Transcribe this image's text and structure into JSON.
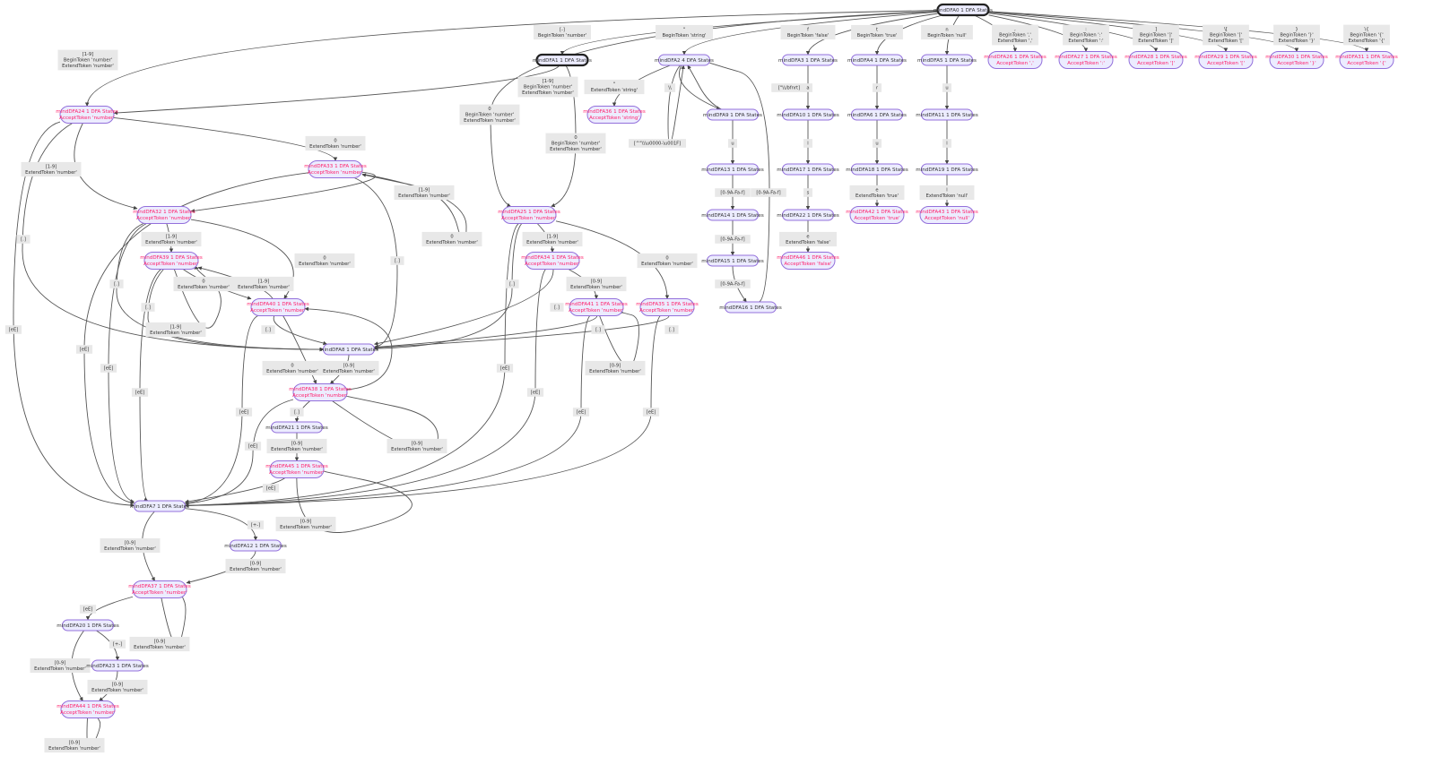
{
  "diagram": {
    "nodes": [
      {
        "id": "d0",
        "lines": [
          "mindDFA0 1 DFA States"
        ],
        "start": true
      },
      {
        "id": "d1",
        "lines": [
          "mindDFA1 1 DFA States"
        ],
        "start": true
      },
      {
        "id": "d2",
        "lines": [
          "mindDFA2 4 DFA States"
        ]
      },
      {
        "id": "d3",
        "lines": [
          "mindDFA3 1 DFA States"
        ]
      },
      {
        "id": "d4",
        "lines": [
          "mindDFA4 1 DFA States"
        ]
      },
      {
        "id": "d5",
        "lines": [
          "mindDFA5 1 DFA States"
        ]
      },
      {
        "id": "d26",
        "lines": [
          "mindDFA26 1 DFA States",
          "AcceptToken ','"
        ],
        "accept": true
      },
      {
        "id": "d27",
        "lines": [
          "mindDFA27 1 DFA States",
          "AcceptToken ':'"
        ],
        "accept": true
      },
      {
        "id": "d28",
        "lines": [
          "mindDFA28 1 DFA States",
          "AcceptToken ']'"
        ],
        "accept": true
      },
      {
        "id": "d29",
        "lines": [
          "mindDFA29 1 DFA States",
          "AcceptToken '['"
        ],
        "accept": true
      },
      {
        "id": "d30",
        "lines": [
          "mindDFA30 1 DFA States",
          "AcceptToken '}'"
        ],
        "accept": true
      },
      {
        "id": "d31",
        "lines": [
          "mindDFA31 1 DFA States",
          "AcceptToken '{'"
        ],
        "accept": true
      },
      {
        "id": "d24",
        "lines": [
          "mindDFA24 1 DFA States",
          "AcceptToken 'number'"
        ],
        "accept": true
      },
      {
        "id": "d33",
        "lines": [
          "mindDFA33 1 DFA States",
          "AcceptToken 'number'"
        ],
        "accept": true
      },
      {
        "id": "d36",
        "lines": [
          "mindDFA36 1 DFA States",
          "AcceptToken 'string'"
        ],
        "accept": true
      },
      {
        "id": "d9",
        "lines": [
          "mindDFA9 1 DFA States"
        ]
      },
      {
        "id": "d10",
        "lines": [
          "mindDFA10 1 DFA States"
        ]
      },
      {
        "id": "d6",
        "lines": [
          "mindDFA6 1 DFA States"
        ]
      },
      {
        "id": "d11",
        "lines": [
          "mindDFA11 1 DFA States"
        ]
      },
      {
        "id": "d13",
        "lines": [
          "mindDFA13 1 DFA States"
        ]
      },
      {
        "id": "d17",
        "lines": [
          "mindDFA17 1 DFA States"
        ]
      },
      {
        "id": "d18",
        "lines": [
          "mindDFA18 1 DFA States"
        ]
      },
      {
        "id": "d19",
        "lines": [
          "mindDFA19 1 DFA States"
        ]
      },
      {
        "id": "d14",
        "lines": [
          "mindDFA14 1 DFA States"
        ]
      },
      {
        "id": "d22",
        "lines": [
          "mindDFA22 1 DFA States"
        ]
      },
      {
        "id": "d42",
        "lines": [
          "mindDFA42 1 DFA States",
          "AcceptToken 'true'"
        ],
        "accept": true
      },
      {
        "id": "d43",
        "lines": [
          "mindDFA43 1 DFA States",
          "AcceptToken 'null'"
        ],
        "accept": true
      },
      {
        "id": "d15",
        "lines": [
          "mindDFA15 1 DFA States"
        ]
      },
      {
        "id": "d46",
        "lines": [
          "mindDFA46 1 DFA States",
          "AcceptToken 'false'"
        ],
        "accept": true
      },
      {
        "id": "d16",
        "lines": [
          "mindDFA16 1 DFA States"
        ]
      },
      {
        "id": "d32",
        "lines": [
          "mindDFA32 1 DFA States",
          "AcceptToken 'number'"
        ],
        "accept": true
      },
      {
        "id": "d25",
        "lines": [
          "mindDFA25 1 DFA States",
          "AcceptToken 'number'"
        ],
        "accept": true
      },
      {
        "id": "d39",
        "lines": [
          "mindDFA39 1 DFA States",
          "AcceptToken 'number'"
        ],
        "accept": true
      },
      {
        "id": "d34",
        "lines": [
          "mindDFA34 1 DFA States",
          "AcceptToken 'number'"
        ],
        "accept": true
      },
      {
        "id": "d40",
        "lines": [
          "mindDFA40 1 DFA States",
          "AcceptToken 'number'"
        ],
        "accept": true
      },
      {
        "id": "d41",
        "lines": [
          "mindDFA41 1 DFA States",
          "AcceptToken 'number'"
        ],
        "accept": true
      },
      {
        "id": "d35",
        "lines": [
          "mindDFA35 1 DFA States",
          "AcceptToken 'number'"
        ],
        "accept": true
      },
      {
        "id": "d8",
        "lines": [
          "mindDFA8 1 DFA States"
        ]
      },
      {
        "id": "d38",
        "lines": [
          "mindDFA38 1 DFA States",
          "AcceptToken 'number'"
        ],
        "accept": true
      },
      {
        "id": "d21",
        "lines": [
          "mindDFA21 1 DFA States"
        ]
      },
      {
        "id": "d45",
        "lines": [
          "mindDFA45 1 DFA States",
          "AcceptToken 'number'"
        ],
        "accept": true
      },
      {
        "id": "d7",
        "lines": [
          "mindDFA7 1 DFA States"
        ]
      },
      {
        "id": "d12",
        "lines": [
          "mindDFA12 1 DFA States"
        ]
      },
      {
        "id": "d37",
        "lines": [
          "mindDFA37 1 DFA States",
          "AcceptToken 'number'"
        ],
        "accept": true
      },
      {
        "id": "d20",
        "lines": [
          "mindDFA20 1 DFA States"
        ]
      },
      {
        "id": "d23",
        "lines": [
          "mindDFA23 1 DFA States"
        ]
      },
      {
        "id": "d44",
        "lines": [
          "mindDFA44 1 DFA States",
          "AcceptToken 'number'"
        ],
        "accept": true
      }
    ],
    "edges": [
      {
        "from": "d0",
        "to": "d24",
        "label": [
          "[1-9]",
          "BeginToken 'number'",
          "ExtendToken 'number'"
        ]
      },
      {
        "from": "d0",
        "to": "d1",
        "label": [
          "[-]",
          "BeginToken 'number'"
        ]
      },
      {
        "from": "d0",
        "to": "d25",
        "label": [
          "0",
          "BeginToken 'number'",
          "ExtendToken 'number'"
        ]
      },
      {
        "from": "d0",
        "to": "d2",
        "label": [
          "\"",
          "BeginToken 'string'"
        ]
      },
      {
        "from": "d0",
        "to": "d3",
        "label": [
          "f",
          "BeginToken 'false'"
        ]
      },
      {
        "from": "d0",
        "to": "d4",
        "label": [
          "t",
          "BeginToken 'true'"
        ]
      },
      {
        "from": "d0",
        "to": "d5",
        "label": [
          "n",
          "BeginToken 'null'"
        ]
      },
      {
        "from": "d0",
        "to": "d26",
        "label": [
          ",",
          "BeginToken ','",
          "ExtendToken ','"
        ]
      },
      {
        "from": "d0",
        "to": "d27",
        "label": [
          ":",
          "BeginToken ':'",
          "ExtendToken ':'"
        ]
      },
      {
        "from": "d0",
        "to": "d28",
        "label": [
          "]",
          "BeginToken ']'",
          "ExtendToken ']'"
        ]
      },
      {
        "from": "d0",
        "to": "d29",
        "label": [
          "\\[",
          "BeginToken '['",
          "ExtendToken '['"
        ]
      },
      {
        "from": "d0",
        "to": "d30",
        "label": [
          "}",
          "BeginToken '}'",
          "ExtendToken '}'"
        ]
      },
      {
        "from": "d0",
        "to": "d31",
        "label": [
          "\\{",
          "BeginToken '{'",
          "ExtendToken '{'"
        ]
      },
      {
        "from": "d1",
        "to": "d24",
        "label": [
          "[1-9]",
          "BeginToken 'number'",
          "ExtendToken 'number'"
        ]
      },
      {
        "from": "d1",
        "to": "d25",
        "label": [
          "0",
          "BeginToken 'number'",
          "ExtendToken 'number'"
        ]
      },
      {
        "from": "d2",
        "to": "d36",
        "label": [
          "\"",
          "ExtendToken 'string'"
        ]
      },
      {
        "from": "d2",
        "to": "d9",
        "label": [
          "\\\\"
        ]
      },
      {
        "from": "d2",
        "to": "d2",
        "label": [
          "[^\"\\\\\\u0000-\\u001F]"
        ]
      },
      {
        "from": "d9",
        "to": "d2",
        "label": [
          "[\"\\\\/bfnrt]"
        ]
      },
      {
        "from": "d9",
        "to": "d13",
        "label": [
          "u"
        ]
      },
      {
        "from": "d13",
        "to": "d14",
        "label": [
          "[0-9A-Fa-f]"
        ]
      },
      {
        "from": "d14",
        "to": "d15",
        "label": [
          "[0-9A-Fa-f]"
        ]
      },
      {
        "from": "d15",
        "to": "d16",
        "label": [
          "[0-9A-Fa-f]"
        ]
      },
      {
        "from": "d16",
        "to": "d2",
        "label": [
          "[0-9A-Fa-f]"
        ]
      },
      {
        "from": "d3",
        "to": "d10",
        "label": [
          "a"
        ]
      },
      {
        "from": "d10",
        "to": "d17",
        "label": [
          "l"
        ]
      },
      {
        "from": "d17",
        "to": "d22",
        "label": [
          "s"
        ]
      },
      {
        "from": "d22",
        "to": "d46",
        "label": [
          "e",
          "ExtendToken 'false'"
        ]
      },
      {
        "from": "d4",
        "to": "d6",
        "label": [
          "r"
        ]
      },
      {
        "from": "d6",
        "to": "d18",
        "label": [
          "u"
        ]
      },
      {
        "from": "d18",
        "to": "d42",
        "label": [
          "e",
          "ExtendToken 'true'"
        ]
      },
      {
        "from": "d5",
        "to": "d11",
        "label": [
          "u"
        ]
      },
      {
        "from": "d11",
        "to": "d19",
        "label": [
          "l"
        ]
      },
      {
        "from": "d19",
        "to": "d43",
        "label": [
          "l",
          "ExtendToken 'null'"
        ]
      },
      {
        "from": "d24",
        "to": "d33",
        "label": [
          "0",
          "ExtendToken 'number'"
        ]
      },
      {
        "from": "d24",
        "to": "d32",
        "label": [
          "[1-9]",
          "ExtendToken 'number'"
        ]
      },
      {
        "from": "d24",
        "to": "d8",
        "label": [
          "[.]"
        ]
      },
      {
        "from": "d24",
        "to": "d7",
        "label": [
          "[eE]"
        ]
      },
      {
        "from": "d33",
        "to": "d32",
        "label": [
          "[1-9]",
          "ExtendToken 'number'"
        ]
      },
      {
        "from": "d33",
        "to": "d33",
        "label": [
          "0",
          "ExtendToken 'number'"
        ]
      },
      {
        "from": "d33",
        "to": "d8",
        "label": [
          "[.]"
        ]
      },
      {
        "from": "d33",
        "to": "d7",
        "label": [
          "[eE]"
        ]
      },
      {
        "from": "d32",
        "to": "d39",
        "label": [
          "[1-9]",
          "ExtendToken 'number'"
        ]
      },
      {
        "from": "d32",
        "to": "d40",
        "label": [
          "0",
          "ExtendToken 'number'"
        ]
      },
      {
        "from": "d32",
        "to": "d8",
        "label": [
          "[.]"
        ]
      },
      {
        "from": "d32",
        "to": "d7",
        "label": [
          "[eE]"
        ]
      },
      {
        "from": "d39",
        "to": "d40",
        "label": [
          "0",
          "ExtendToken 'number'"
        ]
      },
      {
        "from": "d40",
        "to": "d39",
        "label": [
          "[1-9]",
          "ExtendToken 'number'"
        ]
      },
      {
        "from": "d39",
        "to": "d39",
        "label": [
          "[1-9]",
          "ExtendToken 'number'"
        ]
      },
      {
        "from": "d39",
        "to": "d8",
        "label": [
          "[.]"
        ]
      },
      {
        "from": "d39",
        "to": "d7",
        "label": [
          "[eE]"
        ]
      },
      {
        "from": "d40",
        "to": "d8",
        "label": [
          "[.]"
        ]
      },
      {
        "from": "d40",
        "to": "d7",
        "label": [
          "[eE]"
        ]
      },
      {
        "from": "d25",
        "to": "d34",
        "label": [
          "[1-9]",
          "ExtendToken 'number'"
        ]
      },
      {
        "from": "d25",
        "to": "d35",
        "label": [
          "0",
          "ExtendToken 'number'"
        ]
      },
      {
        "from": "d25",
        "to": "d8",
        "label": [
          "[.]"
        ]
      },
      {
        "from": "d25",
        "to": "d7",
        "label": [
          "[eE]"
        ]
      },
      {
        "from": "d34",
        "to": "d41",
        "label": [
          "[0-9]",
          "ExtendToken 'number'"
        ]
      },
      {
        "from": "d34",
        "to": "d8",
        "label": [
          "[.]"
        ]
      },
      {
        "from": "d34",
        "to": "d7",
        "label": [
          "[eE]"
        ]
      },
      {
        "from": "d41",
        "to": "d41",
        "label": [
          "[0-9]",
          "ExtendToken 'number'"
        ]
      },
      {
        "from": "d41",
        "to": "d8",
        "label": [
          "[.]"
        ]
      },
      {
        "from": "d41",
        "to": "d7",
        "label": [
          "[eE]"
        ]
      },
      {
        "from": "d35",
        "to": "d8",
        "label": [
          "[.]"
        ]
      },
      {
        "from": "d35",
        "to": "d7",
        "label": [
          "[eE]"
        ]
      },
      {
        "from": "d8",
        "to": "d38",
        "label": [
          "[0-9]",
          "ExtendToken 'number'"
        ]
      },
      {
        "from": "d40",
        "to": "d38",
        "label": [
          "0",
          "ExtendToken 'number'"
        ]
      },
      {
        "from": "d38",
        "to": "d40",
        "label": [
          ""
        ]
      },
      {
        "from": "d38",
        "to": "d21",
        "label": [
          "[.]"
        ]
      },
      {
        "from": "d38",
        "to": "d38",
        "label": [
          "[0-9]",
          "ExtendToken 'number'"
        ]
      },
      {
        "from": "d38",
        "to": "d7",
        "label": [
          "[eE]"
        ]
      },
      {
        "from": "d21",
        "to": "d45",
        "label": [
          "[0-9]",
          "ExtendToken 'number'"
        ]
      },
      {
        "from": "d45",
        "to": "d7",
        "label": [
          "[eE]"
        ]
      },
      {
        "from": "d45",
        "to": "d45",
        "label": [
          "[0-9]",
          "ExtendToken 'number'"
        ]
      },
      {
        "from": "d7",
        "to": "d37",
        "label": [
          "[0-9]",
          "ExtendToken 'number'"
        ]
      },
      {
        "from": "d7",
        "to": "d12",
        "label": [
          "[+-]"
        ]
      },
      {
        "from": "d12",
        "to": "d37",
        "label": [
          "[0-9]",
          "ExtendToken 'number'"
        ]
      },
      {
        "from": "d37",
        "to": "d20",
        "label": [
          "[eE]"
        ]
      },
      {
        "from": "d37",
        "to": "d37",
        "label": [
          "[0-9]",
          "ExtendToken 'number'"
        ]
      },
      {
        "from": "d20",
        "to": "d23",
        "label": [
          "[+-]"
        ]
      },
      {
        "from": "d20",
        "to": "d44",
        "label": [
          "[0-9]",
          "ExtendToken 'number'"
        ]
      },
      {
        "from": "d23",
        "to": "d44",
        "label": [
          "[0-9]",
          "ExtendToken 'number'"
        ]
      },
      {
        "from": "d44",
        "to": "d44",
        "label": [
          "[0-9]",
          "ExtendToken 'number'"
        ]
      }
    ]
  }
}
